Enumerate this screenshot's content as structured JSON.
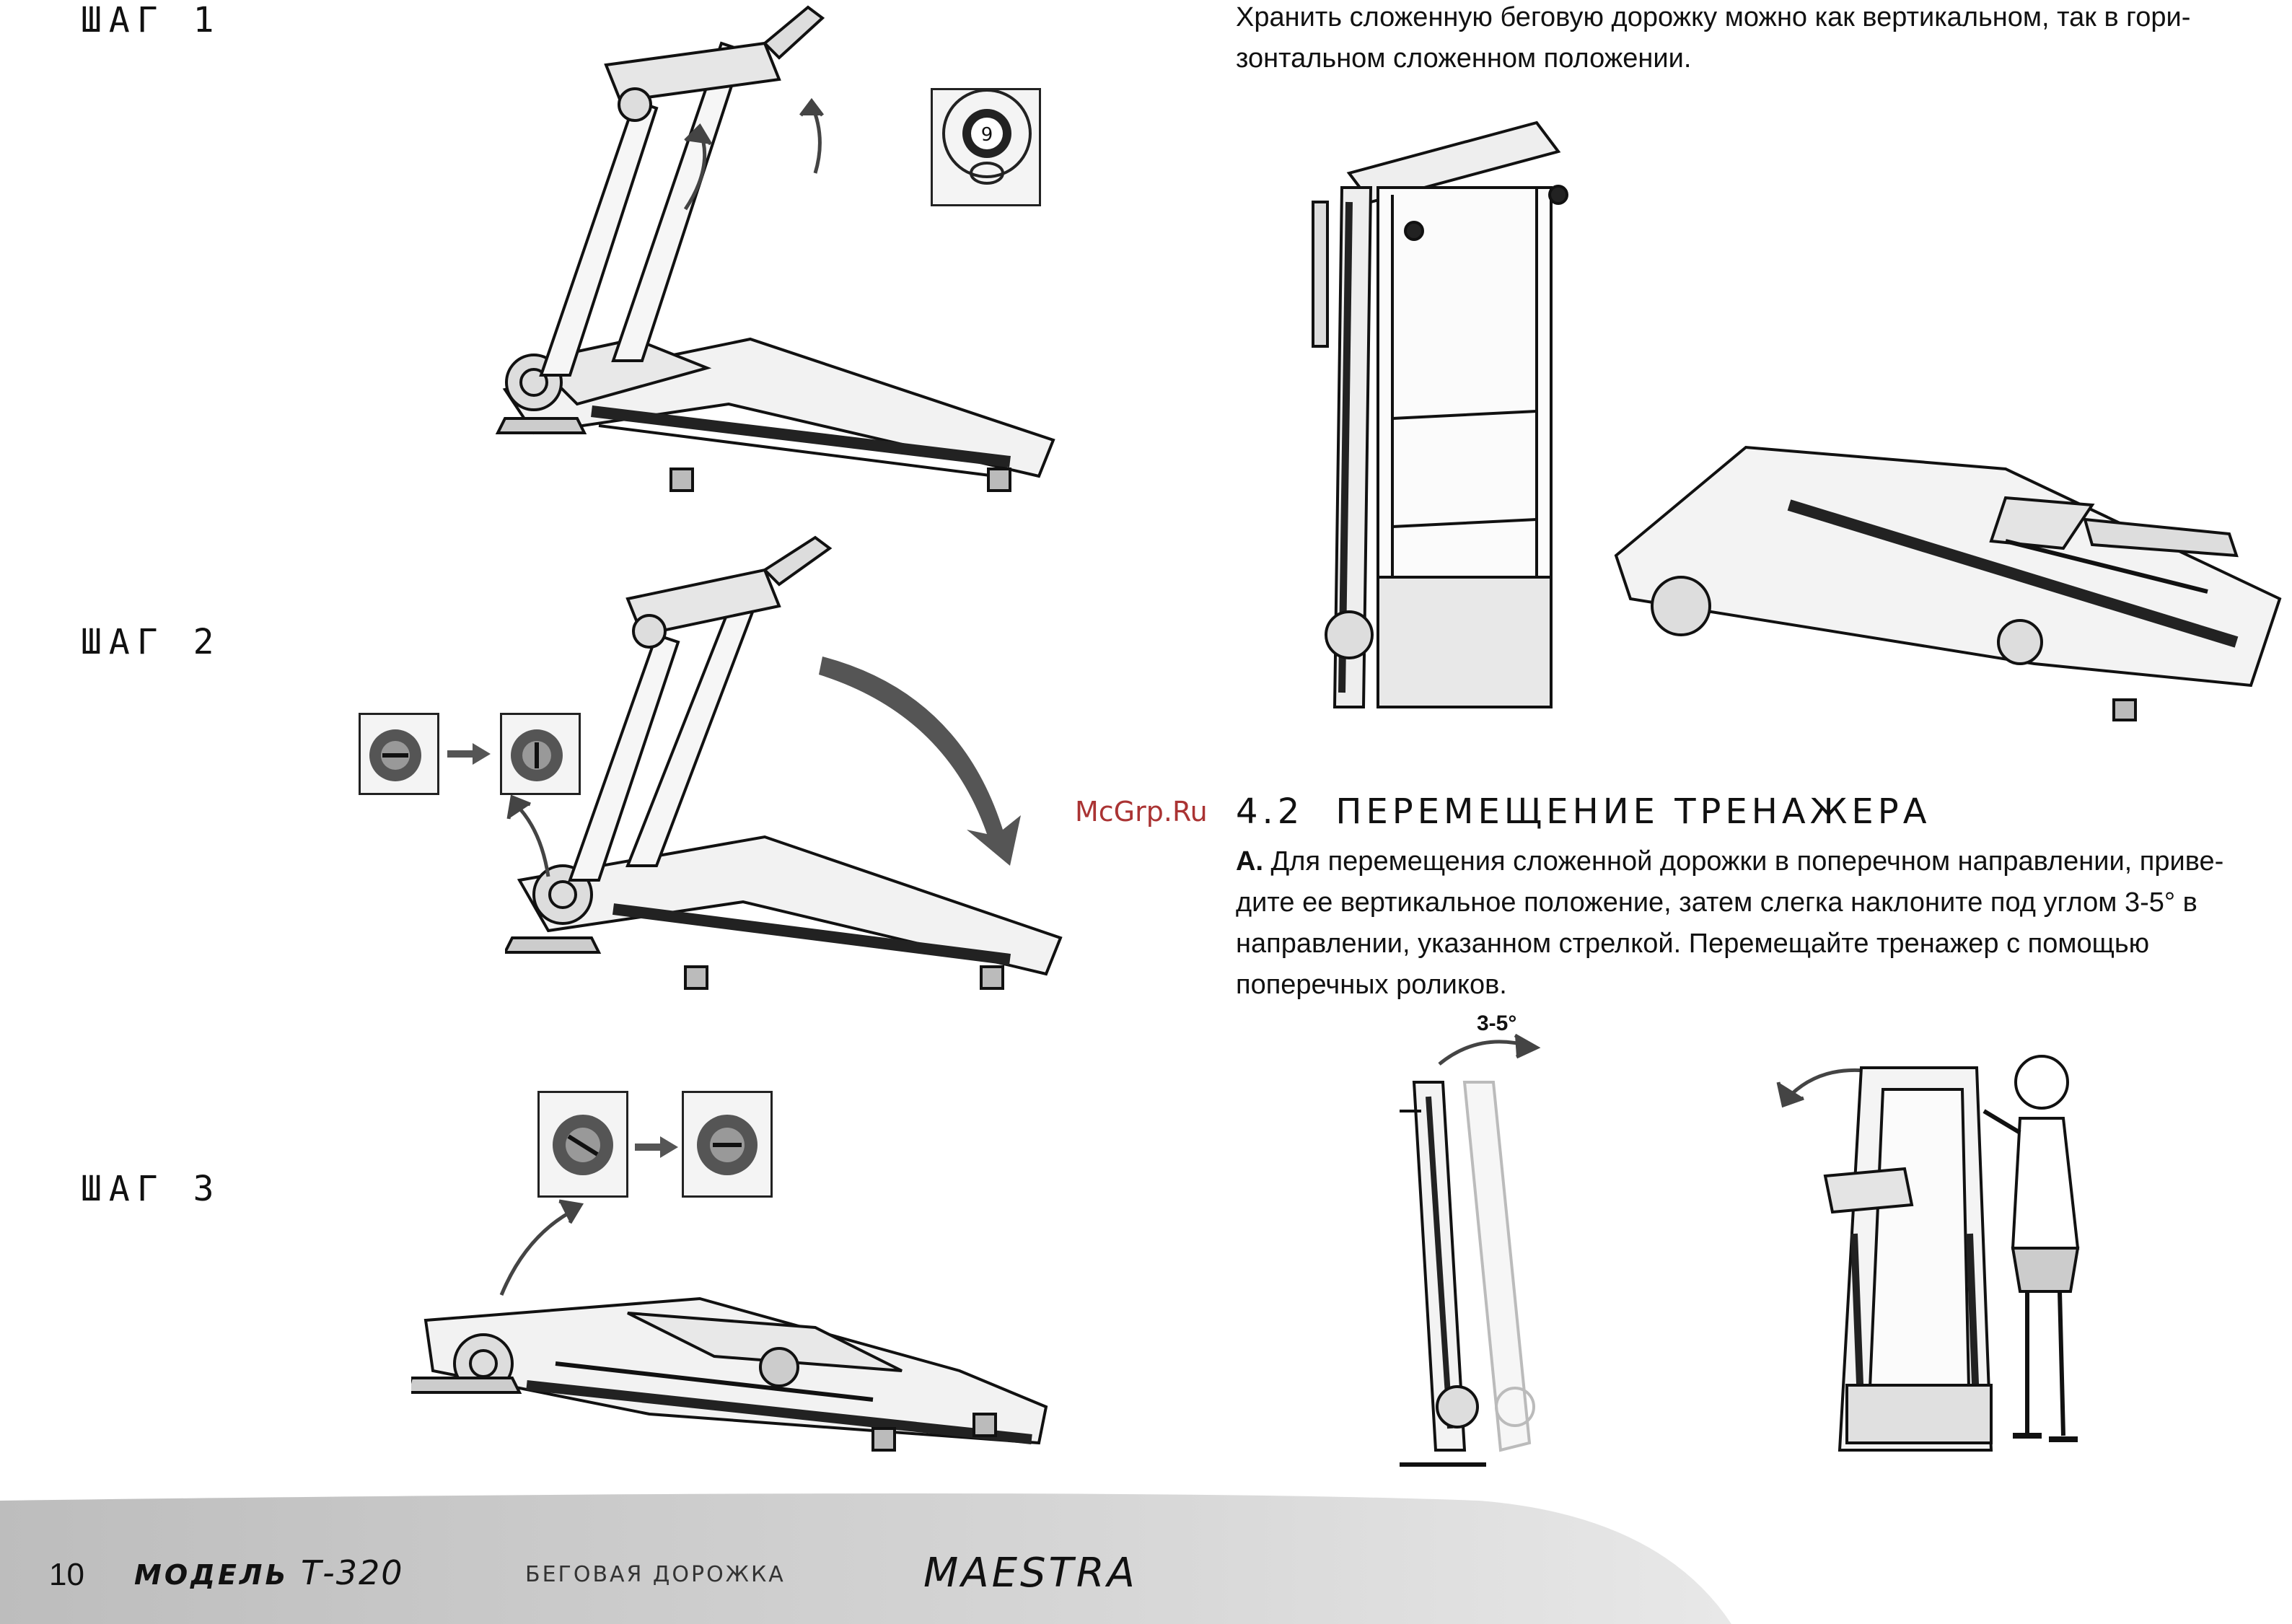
{
  "steps": [
    "ШАГ 1",
    "ШАГ 2",
    "ШАГ 3"
  ],
  "storage_text": "Хранить сложенную беговую дорожку можно как вертикальном, так в гори-зонтальном сложенном положении.",
  "watermark": "McGrp.Ru",
  "section": {
    "number": "4.2",
    "title": "ПЕРЕМЕЩЕНИЕ ТРЕНАЖЕРА"
  },
  "paragraph": {
    "label": "A.",
    "text": " Для перемещения сложенной дорожки в поперечном направлении, приве-дите ее вертикальное положение, затем слегка наклоните под углом 3-5° в направлении, указанном стрелкой. Перемещайте тренажер с помощью поперечных роликов."
  },
  "angle_label": "3-5°",
  "inset_digit": "9",
  "footer": {
    "page": "10",
    "model_prefix": "МОДЕЛЬ",
    "model": " Т-320",
    "subtitle": "БЕГОВАЯ ДОРОЖКА",
    "brand": "MAESTRA"
  }
}
